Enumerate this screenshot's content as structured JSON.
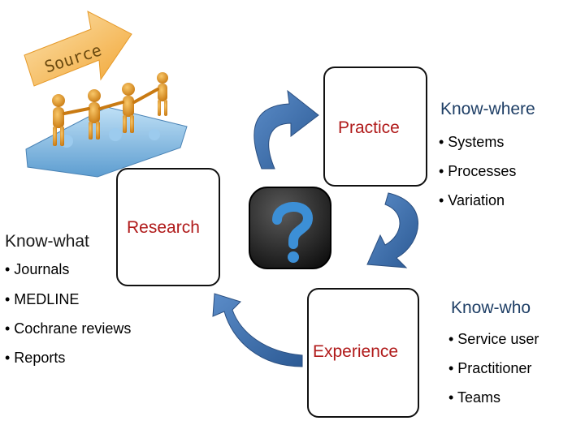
{
  "source_graphic": {
    "banner_text": "Source",
    "icon": "people-on-puzzle-icon"
  },
  "center_icon": "question-mark-icon",
  "nodes": {
    "practice": {
      "label": "Practice"
    },
    "research": {
      "label": "Research"
    },
    "experience": {
      "label": "Experience"
    }
  },
  "know_where": {
    "title": "Know-where",
    "items": [
      "• Systems",
      "• Processes",
      "• Variation"
    ]
  },
  "know_what": {
    "title": "Know-what",
    "items": [
      "• Journals",
      "• MEDLINE",
      "• Cochrane reviews",
      "• Reports"
    ]
  },
  "know_who": {
    "title": "Know-who",
    "items": [
      "• Service user",
      "• Practitioner",
      "• Teams"
    ]
  },
  "colors": {
    "node_label": "#b01a1a",
    "arrow": "#3f6fa8",
    "heading_blue": "#1f3f66"
  }
}
